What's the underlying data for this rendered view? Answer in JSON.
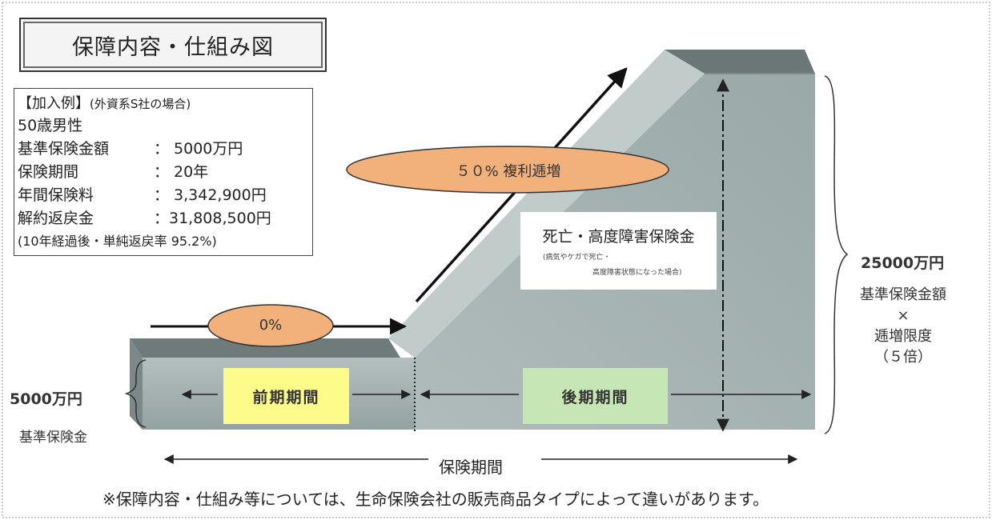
{
  "title": "保障内容・仕組み図",
  "example": {
    "heading": "【加入例】",
    "heading_note": "(外資系S社の場合)",
    "subject": "50歳男性",
    "rows": [
      {
        "label": "基準保険金額",
        "value": "：  5000万円"
      },
      {
        "label": "保険期間",
        "value": "：  20年"
      },
      {
        "label": "年間保険料",
        "value": "：  3,342,900円"
      },
      {
        "label": "解約返戻金",
        "value": "：31,808,500円"
      }
    ],
    "note": "(10年経過後・単純返戻率 95.2%)"
  },
  "ellipse_growth": "５０% 複利逓増",
  "ellipse_flat": "0%",
  "death_benefit": {
    "title": "死亡・高度障害保険金",
    "sub1": "(病気やケガで死亡・",
    "sub2": "高度障害状態になった場合)"
  },
  "early_period": "前期期間",
  "late_period": "後期期間",
  "left_amount": "5000万円",
  "left_label": "基準保険金",
  "right_amount": "25000万円",
  "right_lines": [
    "基準保険金額",
    "×",
    "逓増限度",
    "（５倍）"
  ],
  "insurance_period": "保険期間",
  "footnote": "※保障内容・仕組み等については、生命保険会社の販売商品タイプによって違いがあります。",
  "colors": {
    "block_front": "#a5b1b1",
    "block_top": "#6f7a7b",
    "ellipse": "#f2b07a",
    "yellow": "#fdfb8a",
    "green": "#c7e6b6"
  }
}
